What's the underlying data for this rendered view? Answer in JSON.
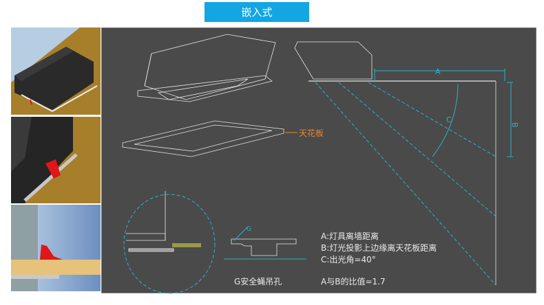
{
  "title": "嵌入式",
  "labels": {
    "ceiling": "天花板",
    "dim_a": "A",
    "dim_b": "B",
    "angle_c": "C",
    "hole_g": "G",
    "hole_caption": "G安全蝇吊孔",
    "legend_a": "A:灯具离墙距离",
    "legend_b": "B:灯光投影上边缘离天花板距离",
    "legend_c": "C:出光角=40°",
    "ratio": "A与B的比值=1.7"
  },
  "colors": {
    "accent": "#13a6e3",
    "panel": "#4a4a4a",
    "dash": "#2bb3c8",
    "orange": "#e8892a",
    "clip": "#e0161b"
  }
}
